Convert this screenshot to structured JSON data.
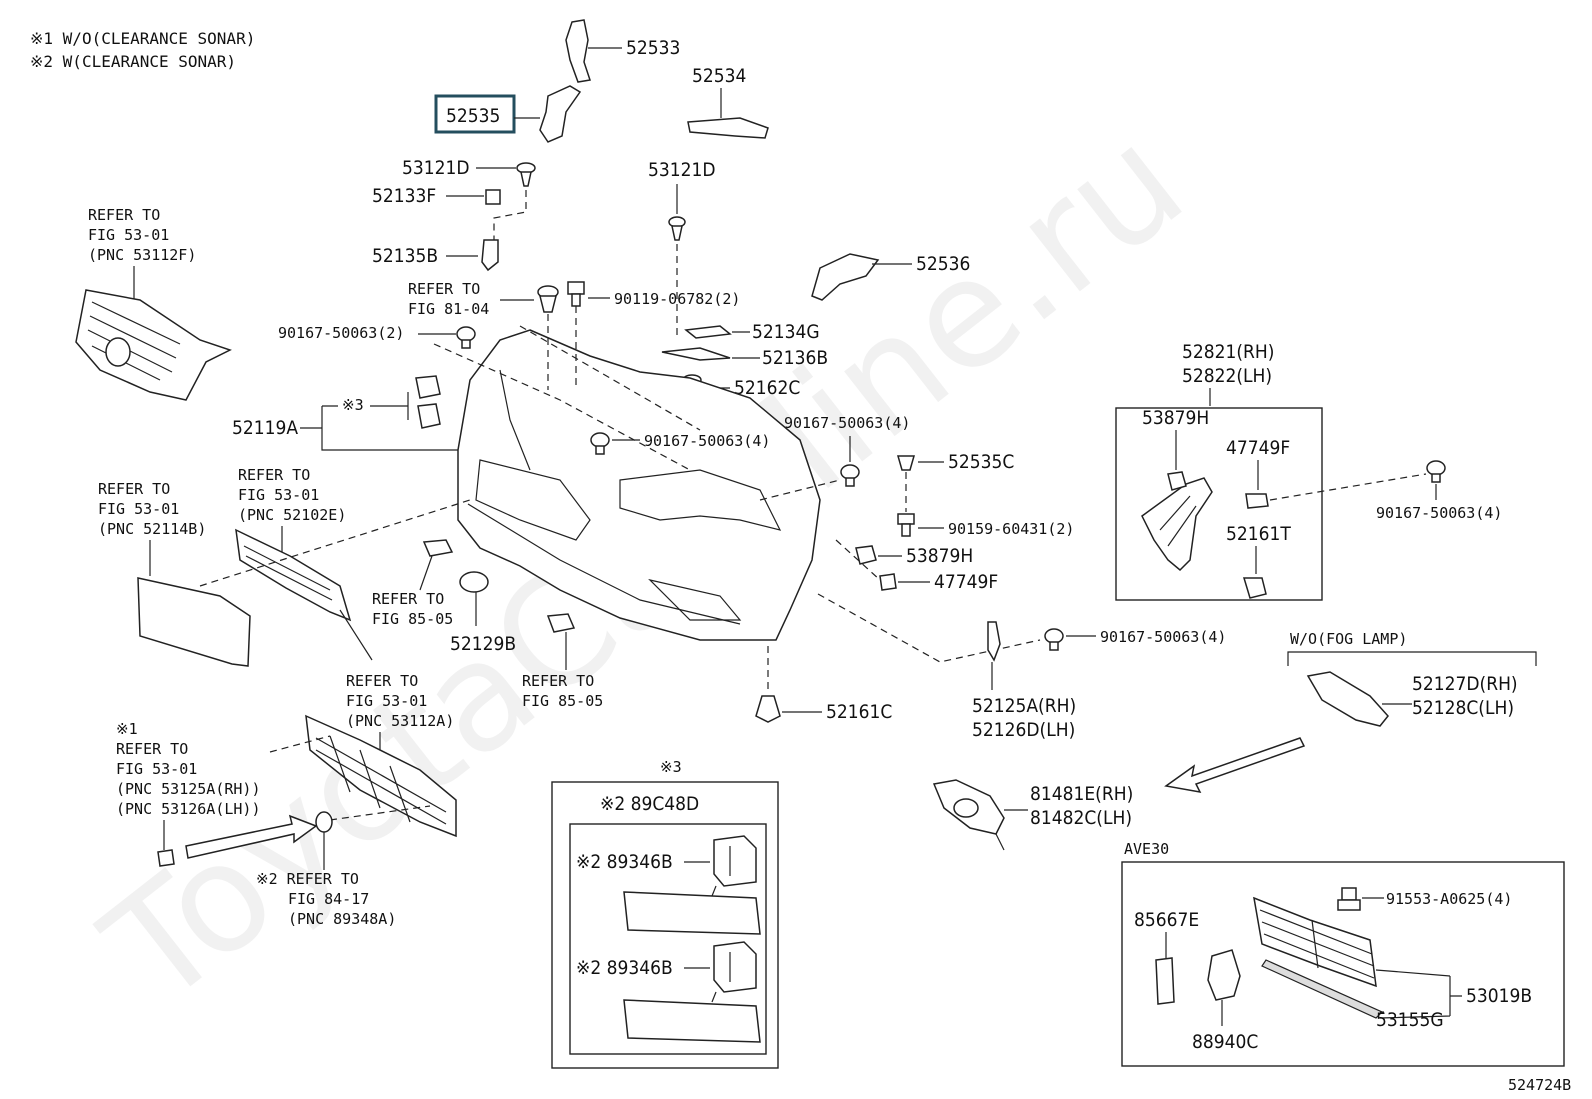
{
  "notes": {
    "n1": "※1 W/O(CLEARANCE SONAR)",
    "n2": "※2 W(CLEARANCE SONAR)"
  },
  "watermark": "ToyotaCarMine.ru",
  "diagram_id": "524724B",
  "highlighted_part": "52535",
  "parts": {
    "p52533": "52533",
    "p52534": "52534",
    "p53121D_a": "53121D",
    "p52133F": "52133F",
    "p52135B": "52135B",
    "p53121D_b": "53121D",
    "p52536": "52536",
    "p90119": "90119-06782(2)",
    "p90167_a": "90167-50063(2)",
    "p52134G": "52134G",
    "p52136B": "52136B",
    "p52162C": "52162C",
    "p52119A": "52119A",
    "p90167_b": "90167-50063(4)",
    "p90167_c": "90167-50063(4)",
    "p52535C": "52535C",
    "p90159": "90159-60431(2)",
    "p53879H_a": "53879H",
    "p47749F_a": "47749F",
    "p52129B": "52129B",
    "p52161C": "52161C",
    "p90167_d": "90167-50063(4)",
    "p52125A": "52125A(RH)",
    "p52126D": "52126D(LH)",
    "p52821": "52821(RH)",
    "p52822": "52822(LH)",
    "p53879H_b": "53879H",
    "p47749F_b": "47749F",
    "p52161T": "52161T",
    "p90167_e": "90167-50063(4)",
    "p52127D": "52127D(RH)",
    "p52128C": "52128C(LH)",
    "p81481E": "81481E(RH)",
    "p81482C": "81482C(LH)",
    "p89C48D": "※2 89C48D",
    "p89346B_a": "※2 89346B",
    "p89346B_b": "※2 89346B",
    "p85667E": "85667E",
    "p91553": "91553-A0625(4)",
    "p53019B": "53019B",
    "p53155G": "53155G",
    "p88940C": "88940C"
  },
  "marks": {
    "m3a": "※3",
    "m3b": "※3",
    "wo_fog": "W/O(FOG LAMP)",
    "ave30": "AVE30"
  },
  "refs": {
    "r1": [
      "REFER TO",
      "FIG 53-01",
      "(PNC 53112F)"
    ],
    "r2": [
      "REFER TO",
      "FIG 81-04"
    ],
    "r3": [
      "REFER TO",
      "FIG 53-01",
      "(PNC 52114B)"
    ],
    "r4": [
      "REFER TO",
      "FIG 53-01",
      "(PNC 52102E)"
    ],
    "r5": [
      "REFER TO",
      "FIG 85-05"
    ],
    "r6": [
      "REFER TO",
      "FIG 85-05"
    ],
    "r7": [
      "REFER TO",
      "FIG 53-01",
      "(PNC 53112A)"
    ],
    "r8": [
      "※1",
      "REFER TO",
      "FIG 53-01",
      "(PNC 53125A(RH))",
      "(PNC 53126A(LH))"
    ],
    "r9": [
      "※2 REFER TO",
      "FIG 84-17",
      "(PNC 89348A)"
    ]
  }
}
